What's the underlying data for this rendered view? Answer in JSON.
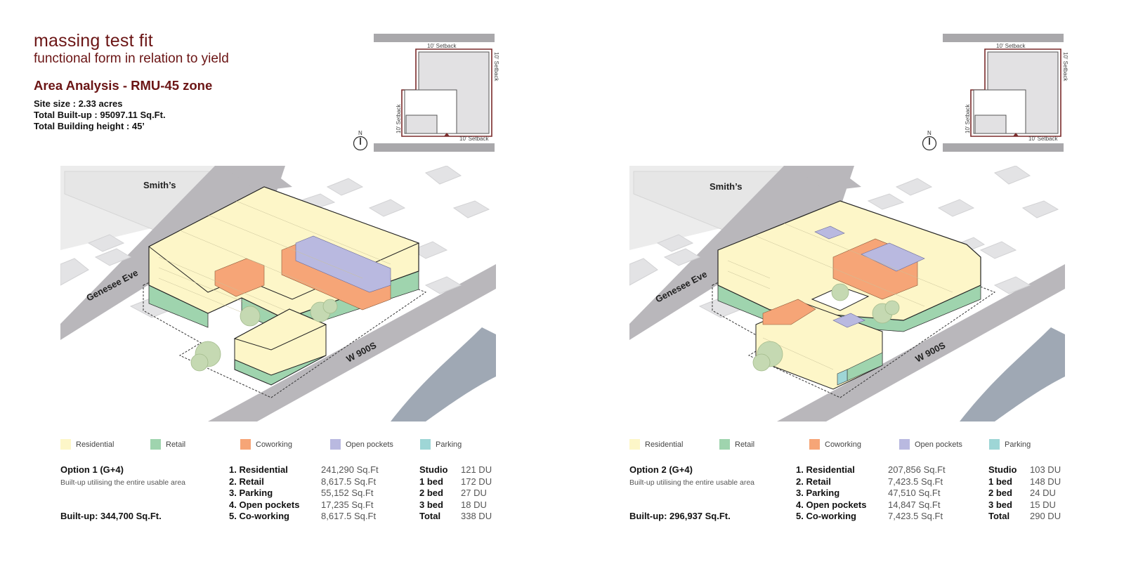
{
  "header": {
    "title": "massing test fit",
    "subtitle": "functional form in relation to yield",
    "zone": "Area Analysis - RMU-45 zone",
    "site_size": "Site size : 2.33 acres",
    "total_builtup": "Total Built-up : 95097.11 Sq.Ft.",
    "total_height": "Total Building height : 45’"
  },
  "site_plan": {
    "setback_label": "10’ Setback",
    "north_label": "N"
  },
  "colors": {
    "residential": "#fdf6c8",
    "retail": "#9fd4ae",
    "coworking": "#f6a577",
    "open_pockets": "#b9b9e0",
    "parking": "#9ed6d6",
    "title": "#6b1515",
    "road": "#b9b7bb"
  },
  "legend": [
    {
      "label": "Residential",
      "color": "#fdf6c8"
    },
    {
      "label": "Retail",
      "color": "#9fd4ae"
    },
    {
      "label": "Coworking",
      "color": "#f6a577"
    },
    {
      "label": "Open pockets",
      "color": "#b9b9e0"
    },
    {
      "label": "Parking",
      "color": "#9ed6d6"
    }
  ],
  "streets": {
    "landmark": "Smith’s",
    "avenue": "Genesee Eve",
    "road": "W 900S"
  },
  "options": [
    {
      "title": "Option 1  (G+4)",
      "description": "Built-up utilising the entire usable area",
      "builtup": "Built-up: 344,700 Sq.Ft.",
      "areas": [
        {
          "name": "1. Residential",
          "value": "241,290 Sq.Ft"
        },
        {
          "name": "2. Retail",
          "value": "8,617.5 Sq.Ft"
        },
        {
          "name": "3. Parking",
          "value": "55,152 Sq.Ft"
        },
        {
          "name": "4. Open pockets",
          "value": "17,235 Sq.Ft"
        },
        {
          "name": "5. Co-working",
          "value": "8,617.5 Sq.Ft"
        }
      ],
      "units": [
        {
          "name": "Studio",
          "value": "121 DU"
        },
        {
          "name": "1 bed",
          "value": "172 DU"
        },
        {
          "name": "2 bed",
          "value": "27 DU"
        },
        {
          "name": "3 bed",
          "value": "18 DU"
        },
        {
          "name": "Total",
          "value": "338 DU"
        }
      ]
    },
    {
      "title": "Option 2  (G+4)",
      "description": "Built-up utilising the entire usable area",
      "builtup": "Built-up: 296,937 Sq.Ft.",
      "areas": [
        {
          "name": "1. Residential",
          "value": "207,856 Sq.Ft"
        },
        {
          "name": "2. Retail",
          "value": "7,423.5 Sq.Ft"
        },
        {
          "name": "3. Parking",
          "value": "47,510 Sq.Ft"
        },
        {
          "name": "4. Open pockets",
          "value": "14,847 Sq.Ft"
        },
        {
          "name": "5. Co-working",
          "value": "7,423.5 Sq.Ft"
        }
      ],
      "units": [
        {
          "name": "Studio",
          "value": "103 DU"
        },
        {
          "name": "1 bed",
          "value": "148 DU"
        },
        {
          "name": "2 bed",
          "value": "24 DU"
        },
        {
          "name": "3 bed",
          "value": "15 DU"
        },
        {
          "name": "Total",
          "value": "290 DU"
        }
      ]
    }
  ]
}
